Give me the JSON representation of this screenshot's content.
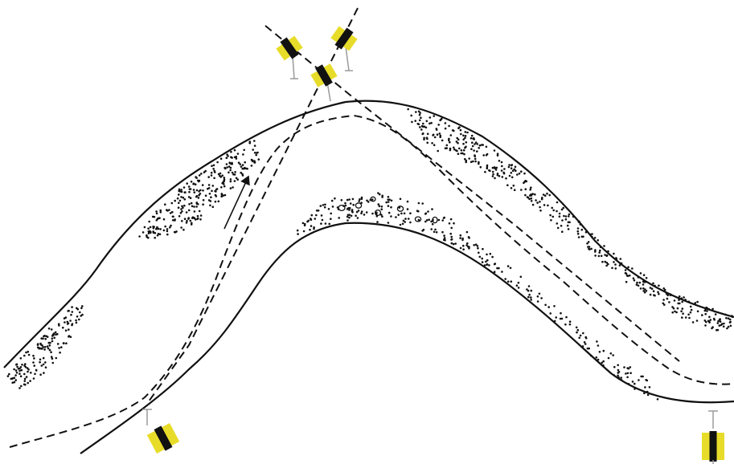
{
  "diagram": {
    "kind": "meandering river channel cross-section (plan view)",
    "colors": {
      "background": "#ffffff",
      "ink": "#111111",
      "marker_yellow": "#e8dc2a",
      "marker_black": "#111111",
      "stake_gray": "#9a9a9a"
    },
    "features": {
      "river_banks": 2,
      "sediment_deposits": 4,
      "dashed_survey_lines": 3,
      "flow_arrows": 1,
      "pebbles": 7,
      "survey_markers": 5
    },
    "icons": [
      "survey-marker-icon",
      "flow-arrow-icon",
      "pebble-icon"
    ]
  }
}
